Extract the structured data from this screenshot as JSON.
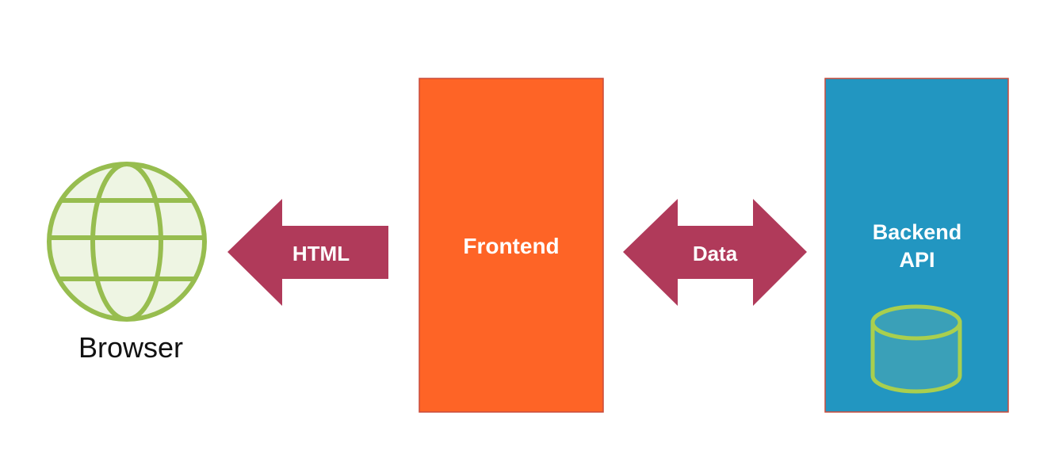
{
  "colors": {
    "background": "#ffffff",
    "globe_stroke": "#97bd4f",
    "globe_fill": "#eef5e3",
    "arrow": "#b03a5a",
    "frontend_box": "#fe6426",
    "backend_box": "#2296c1",
    "box_border": "#c94a3a",
    "database_stroke": "#a9cf4e",
    "database_fill": "#3aa0b8"
  },
  "browser": {
    "icon": "globe-icon",
    "label": "Browser"
  },
  "html_arrow": {
    "label": "HTML",
    "direction": "left"
  },
  "frontend": {
    "label": "Frontend"
  },
  "data_arrow": {
    "label": "Data",
    "direction": "both"
  },
  "backend": {
    "label_line1": "Backend",
    "label_line2": "API",
    "icon": "database-icon"
  }
}
